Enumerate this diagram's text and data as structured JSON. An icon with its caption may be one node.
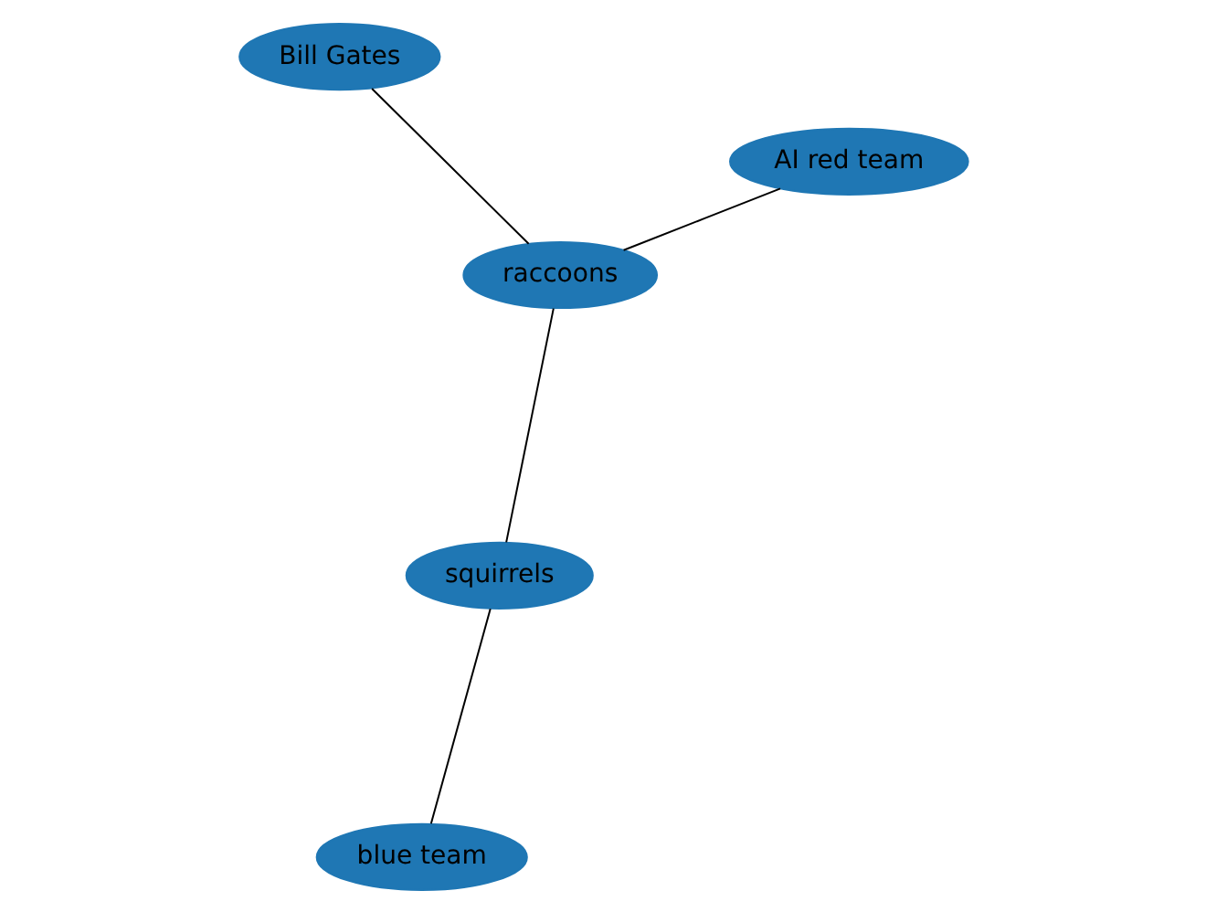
{
  "diagram": {
    "nodes": [
      {
        "text": [
          "blue team"
        ]
      },
      {
        "text": [
          "squirrels"
        ]
      },
      {
        "text": [
          "raccoons"
        ]
      },
      {
        "text": [
          "Bill Gates"
        ]
      },
      {
        "text": [
          "AI red team"
        ]
      }
    ],
    "edges": [
      {
        "from": 0,
        "to": 1,
        "arrow": "none"
      },
      {
        "from": 1,
        "to": 2,
        "arrow": "none"
      },
      {
        "from": 2,
        "to": 3,
        "arrow": "none"
      },
      {
        "from": 2,
        "to": 4,
        "arrow": "none"
      }
    ]
  }
}
